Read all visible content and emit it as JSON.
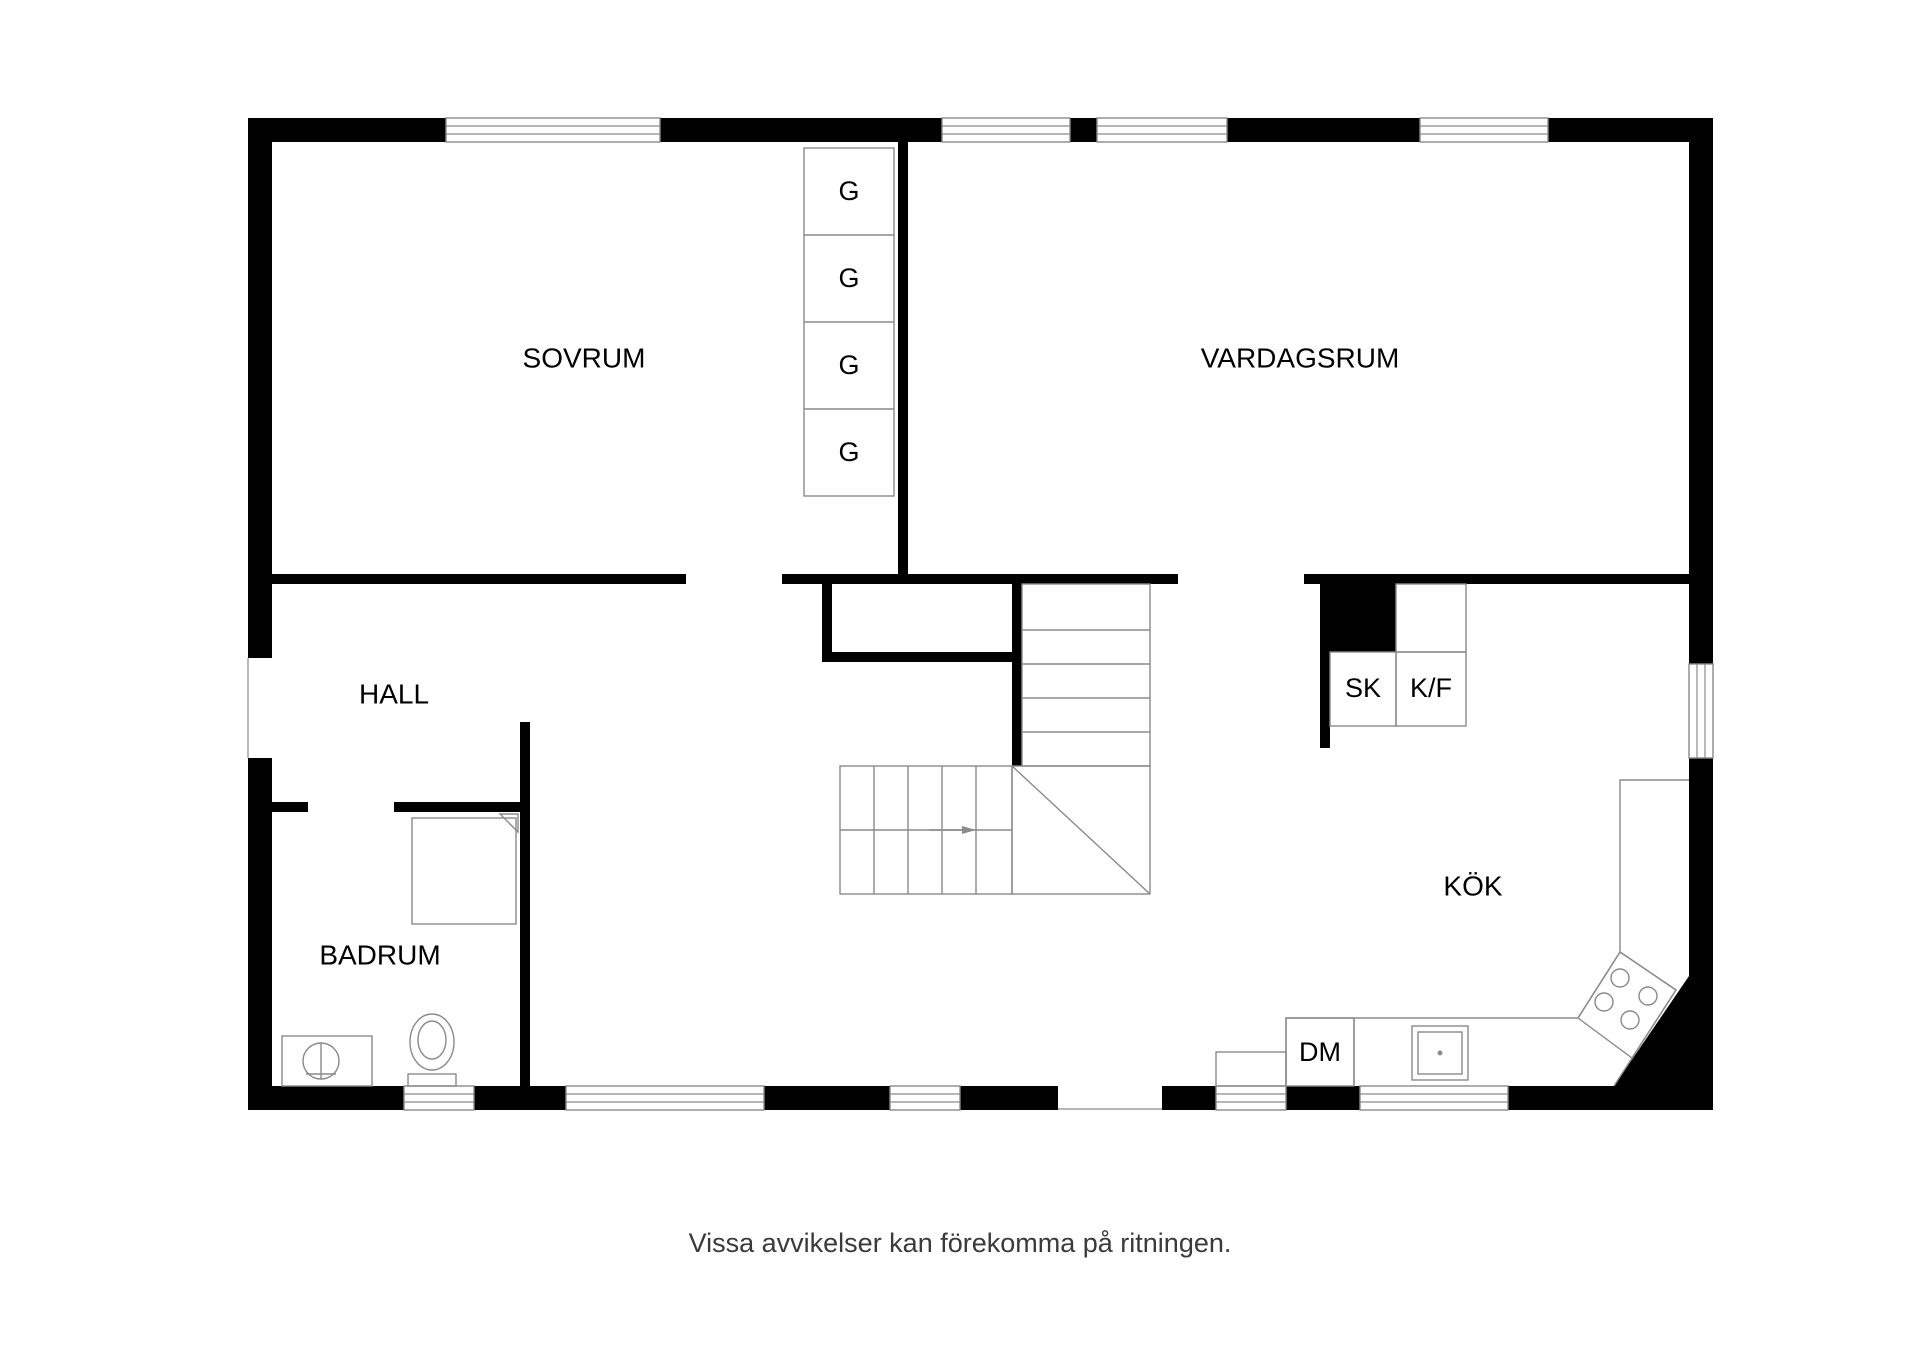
{
  "rooms": {
    "sovrum": "SOVRUM",
    "vardagsrum": "VARDAGSRUM",
    "hall": "HALL",
    "badrum": "BADRUM",
    "kok": "KÖK"
  },
  "wardrobes": [
    "G",
    "G",
    "G",
    "G"
  ],
  "appliances": {
    "sk": "SK",
    "kf": "K/F",
    "dm": "DM"
  },
  "footer": {
    "disclaimer": "Vissa avvikelser kan förekomma på ritningen."
  },
  "colors": {
    "wall": "#000000",
    "fixture_line": "#8a8a8a",
    "background": "#ffffff"
  }
}
